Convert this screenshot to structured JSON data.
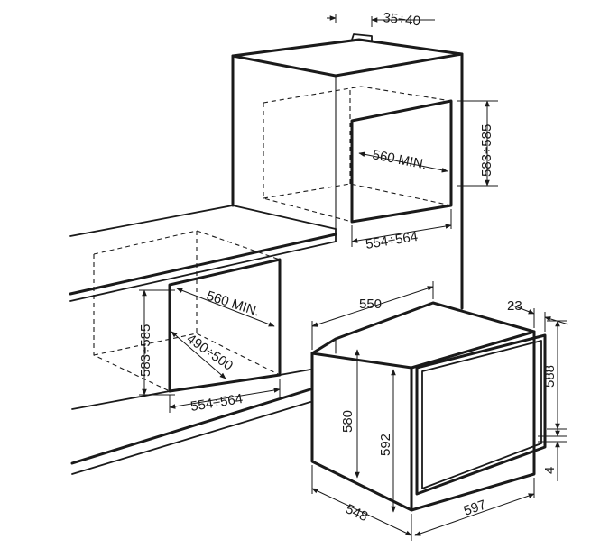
{
  "dimensions": {
    "top_gap": "35÷40",
    "upper_depth": "560 MIN.",
    "upper_height": "583÷585",
    "upper_width": "554÷564",
    "lower_depth": "560 MIN.",
    "lower_height": "583÷585",
    "lower_inner": "490÷500",
    "lower_width": "554÷564",
    "oven_depth_top": "550",
    "oven_panel": "23",
    "oven_front_height": "588",
    "oven_gap": "4",
    "oven_side_height": "580",
    "oven_front_inner_height": "592",
    "oven_depth_bottom": "548",
    "oven_width": "597"
  },
  "colors": {
    "line": "#1a1a1a",
    "background": "#ffffff"
  }
}
